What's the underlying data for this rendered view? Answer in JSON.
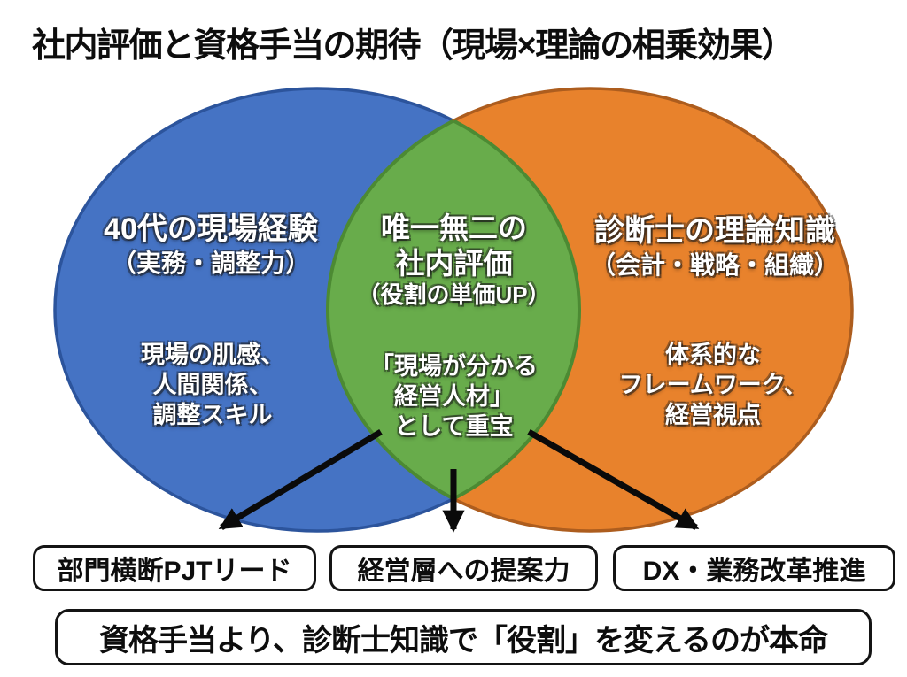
{
  "title": "社内評価と資格手当の期待（現場×理論の相乗効果）",
  "colors": {
    "blue": "#4573C4",
    "blue-border": "#2C549C",
    "orange": "#E8822C",
    "orange-border": "#AD5D1E",
    "green": "#68AC4B",
    "green-border": "#4C8A33",
    "arrow": "#0a0a0a"
  },
  "venn": {
    "left": {
      "heading": "40代の現場経験",
      "subheading": "（実務・調整力）",
      "body_lines": [
        "現場の肌感、",
        "人間関係、",
        "調整スキル"
      ]
    },
    "center": {
      "heading_line1": "唯一無二の",
      "heading_line2": "社内評価",
      "subheading": "（役割の単価UP）",
      "body_lines": [
        "「現場が分かる",
        "経営人材」",
        "として重宝"
      ]
    },
    "right": {
      "heading": "診断士の理論知識",
      "subheading": "（会計・戦略・組織）",
      "body_lines": [
        "体系的な",
        "フレームワーク、",
        "経営視点"
      ]
    }
  },
  "outcome_boxes": [
    {
      "label": "部門横断PJTリード"
    },
    {
      "label": "経営層への提案力"
    },
    {
      "label": "DX・業務改革推進"
    }
  ],
  "conclusion": "資格手当より、診断士知識で「役割」を変えるのが本命"
}
